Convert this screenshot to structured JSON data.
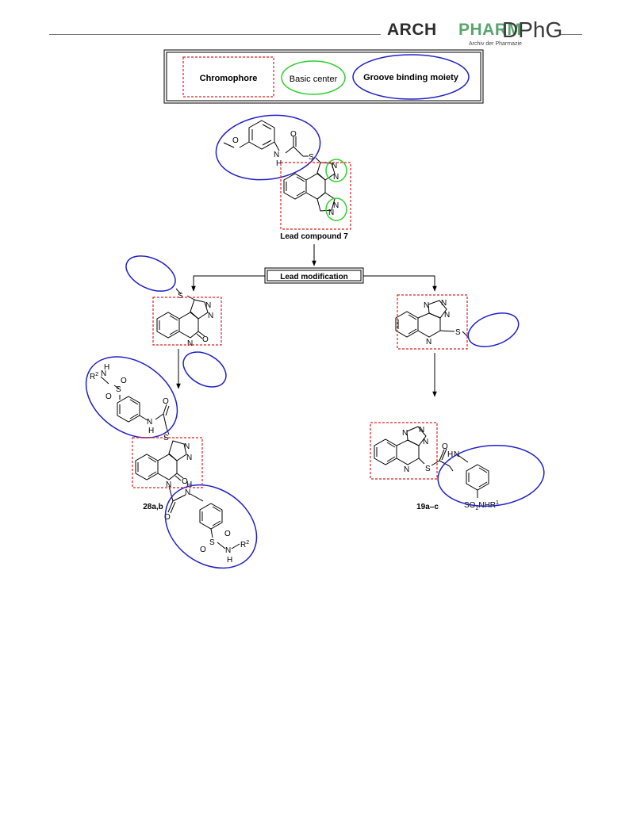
{
  "header": {
    "logo_arch": "ARCH",
    "logo_pharm": "PHARM",
    "logo_sub": "Archiv der Pharmazie",
    "logo_dphg": "DPhG",
    "colors": {
      "rule": "#7a7a7a",
      "pharm": "#5aa46e",
      "arch": "#2c2c2c"
    }
  },
  "legend": {
    "chromophore": "Chromophore",
    "basic_center": "Basic center",
    "groove": "Groove binding moiety"
  },
  "labels": {
    "lead": "Lead compound 7",
    "modification": "Lead modification",
    "comp28": "28a,b",
    "comp19": "19a–c"
  },
  "atoms": {
    "N": "N",
    "H": "H",
    "O": "O",
    "S": "S",
    "NH": "NH",
    "R2": "R",
    "R2sup": "2",
    "so2nhr": "SO",
    "so2sub": "2",
    "so2tail": "NHR",
    "so2sup": "1"
  },
  "colors": {
    "chromophore": "#e02020",
    "basic": "#30d030",
    "groove": "#2020c8"
  }
}
